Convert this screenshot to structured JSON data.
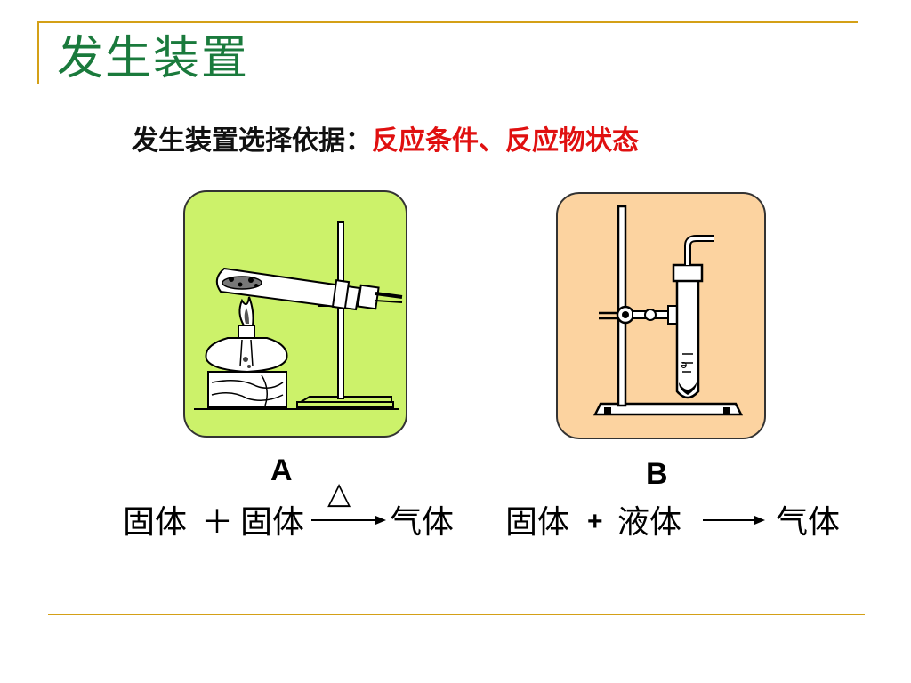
{
  "title": "发生装置",
  "subtitle": {
    "lead": "发生装置选择依据：",
    "highlight": "反应条件、反应物状态"
  },
  "apparatus": [
    {
      "label": "A",
      "background": "#ccf26a",
      "icon": "heating-test-tube-apparatus-icon",
      "equation": {
        "reactant1": "固体",
        "operator": "＋",
        "reactant2": "固体",
        "condition": "△",
        "product": "气体"
      }
    },
    {
      "label": "B",
      "background": "#fcd3a0",
      "icon": "upright-test-tube-apparatus-icon",
      "equation": {
        "reactant1": "固体",
        "operator": "+",
        "reactant2": "液体",
        "product": "气体"
      }
    }
  ],
  "colors": {
    "title": "#1a7a3c",
    "highlight": "#e01010",
    "frame": "#d4a017"
  }
}
